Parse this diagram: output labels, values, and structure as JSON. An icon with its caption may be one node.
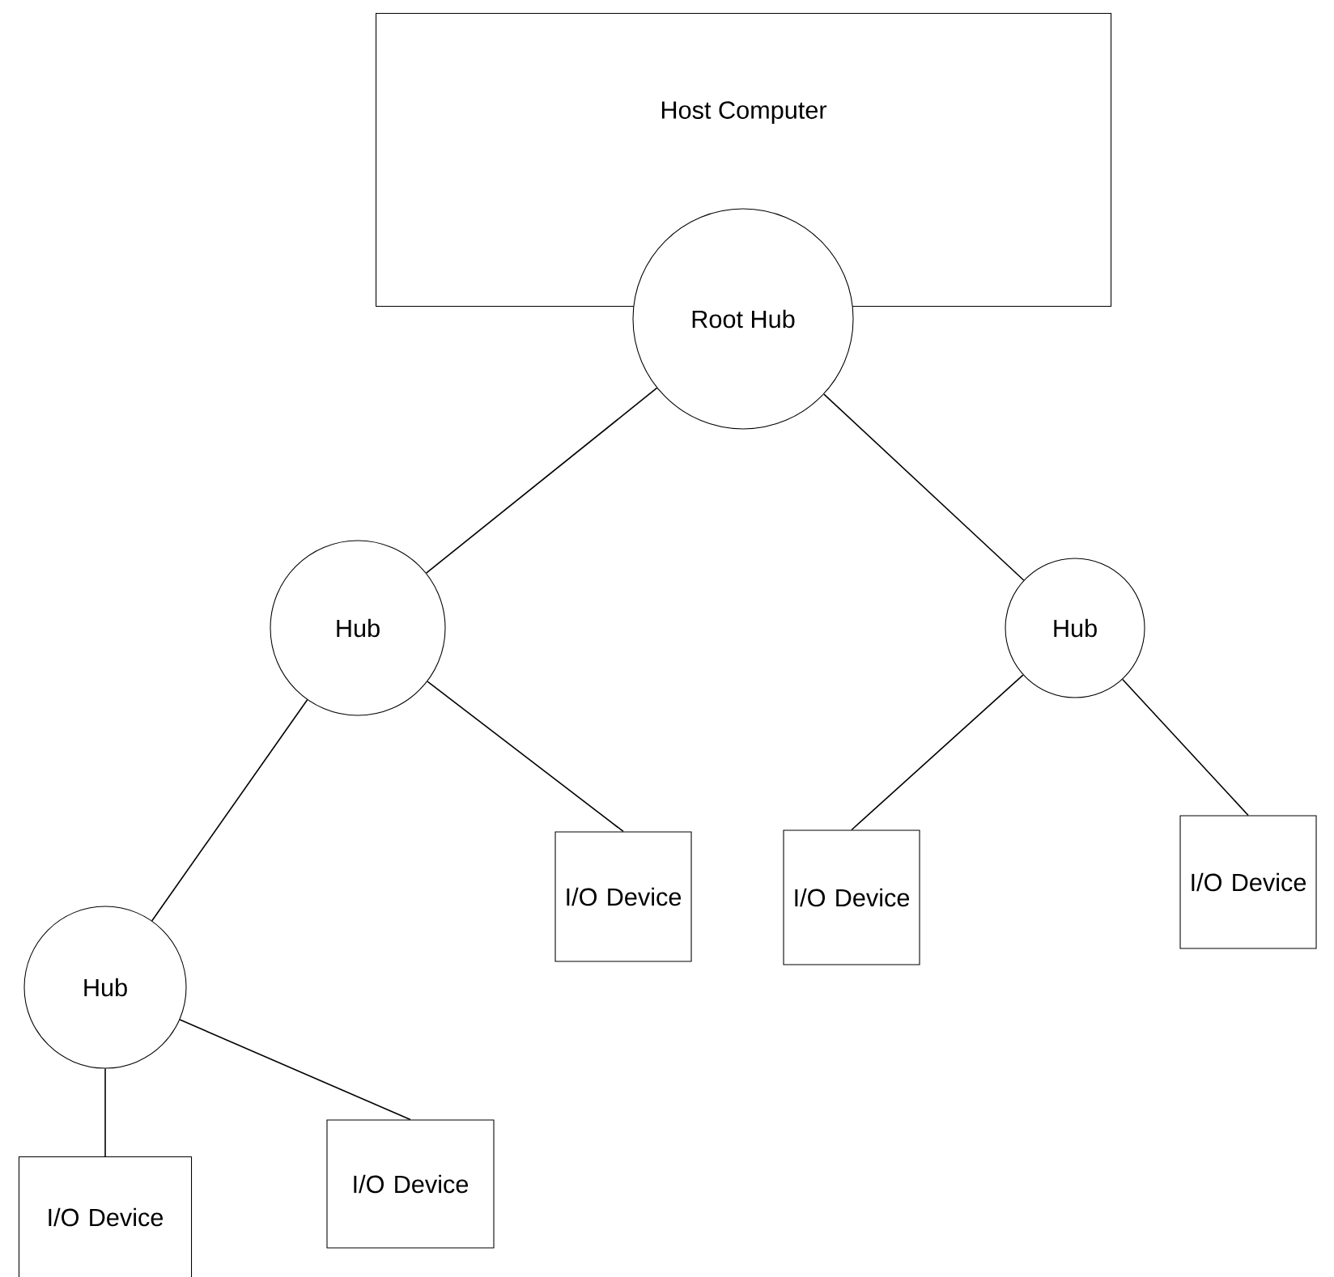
{
  "diagram": {
    "nodes": [
      {
        "text": [
          "Host Computer"
        ]
      },
      {
        "text": [
          "Root Hub"
        ]
      },
      {
        "text": [
          "Hub"
        ]
      },
      {
        "text": [
          "Hub"
        ]
      },
      {
        "text": [
          "I/O Device"
        ]
      },
      {
        "text": [
          "Hub"
        ]
      },
      {
        "text": [
          "I/O Device"
        ]
      },
      {
        "text": [
          "I/O Device"
        ]
      },
      {
        "text": [
          "I/O Device"
        ]
      },
      {
        "text": [
          "I/O Device"
        ]
      }
    ],
    "edges": [
      {
        "from": 1,
        "to": 2,
        "arrow": "none"
      },
      {
        "from": 1,
        "to": 3,
        "arrow": "none"
      },
      {
        "from": 2,
        "to": 5,
        "arrow": "none"
      },
      {
        "from": 2,
        "to": 4,
        "arrow": "none"
      },
      {
        "from": 3,
        "to": 6,
        "arrow": "none"
      },
      {
        "from": 3,
        "to": 7,
        "arrow": "none"
      },
      {
        "from": 5,
        "to": 8,
        "arrow": "none"
      },
      {
        "from": 5,
        "to": 9,
        "arrow": "none"
      }
    ]
  }
}
